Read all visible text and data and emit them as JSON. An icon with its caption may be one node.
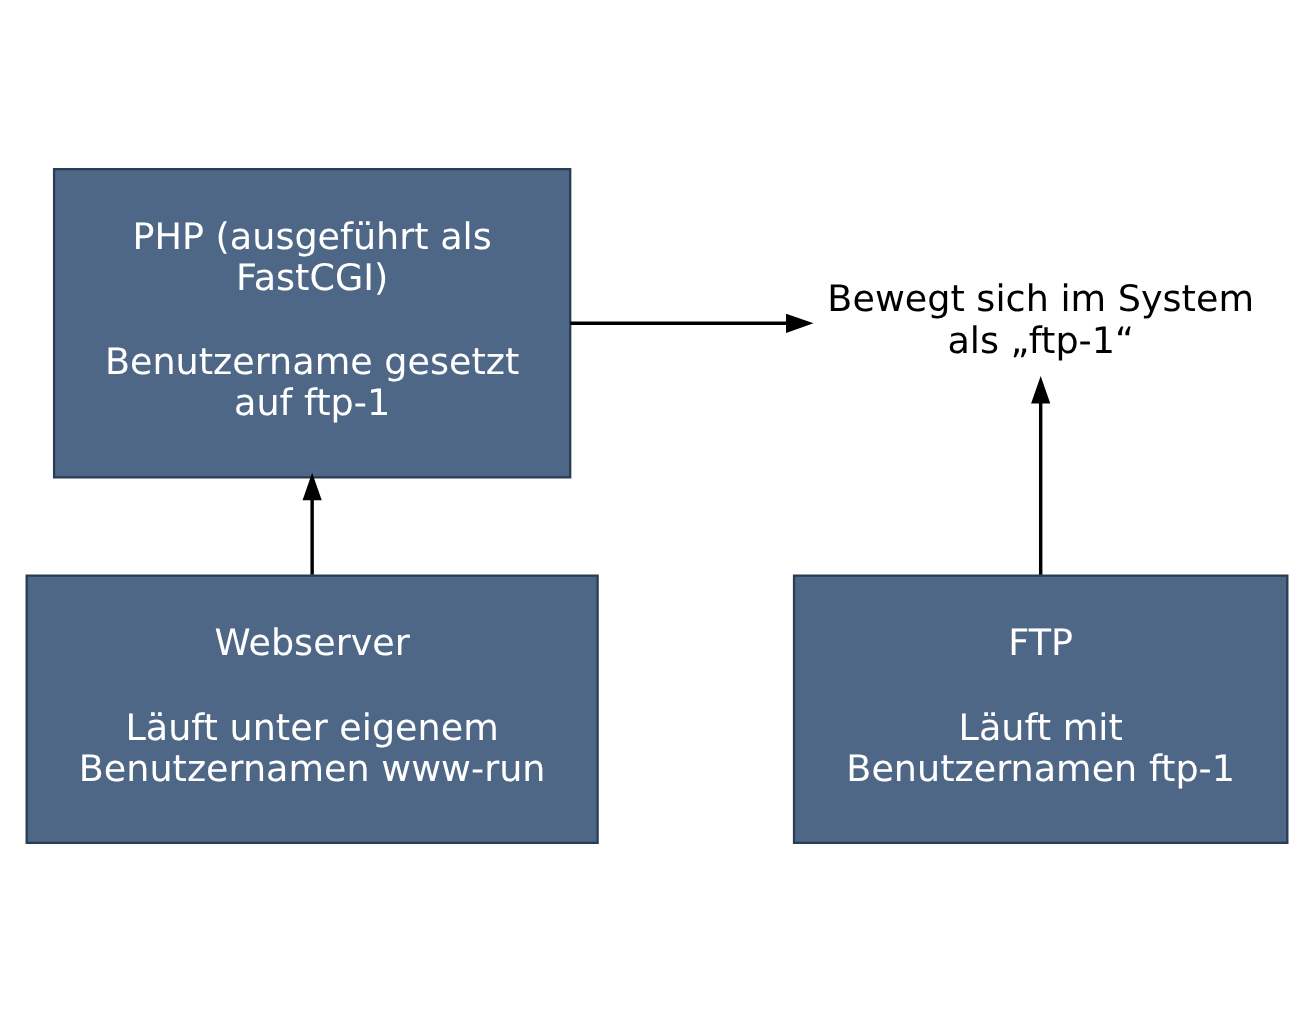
{
  "diagram": {
    "nodes": [
      {
        "text": [
          "PHP (ausgeführt als FastCGI)",
          "Benutzername gesetzt auf ftp-1"
        ]
      },
      {
        "text": [
          "Bewegt sich im System als „ftp-1“"
        ]
      },
      {
        "text": [
          "Webserver",
          "Läuft unter eigenem Benutzernamen www-run"
        ]
      },
      {
        "text": [
          "FTP",
          "Läuft mit Benutzernamen ftp-1"
        ]
      }
    ],
    "edges": [
      {
        "from": 0,
        "to": 1,
        "arrow": "to"
      },
      {
        "from": 2,
        "to": 0,
        "arrow": "to"
      },
      {
        "from": 3,
        "to": 1,
        "arrow": "to"
      }
    ]
  }
}
